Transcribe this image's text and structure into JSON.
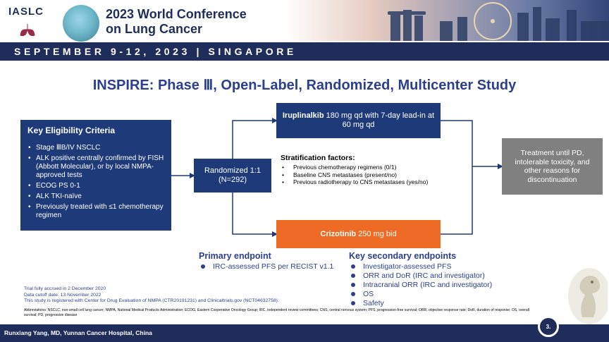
{
  "header": {
    "org_logo_text": "IASLC",
    "conference_title_line1": "2023 World Conference",
    "conference_title_line2": "on Lung Cancer",
    "date_location": "SEPTEMBER 9-12, 2023 | SINGAPORE"
  },
  "slide": {
    "title": "INSPIRE: Phase Ⅲ, Open-Label, Randomized, Multicenter Study"
  },
  "eligibility": {
    "title": "Key Eligibility Criteria",
    "items": [
      "Stage ⅢB/IV NSCLC",
      "ALK positive centrally confirmed by FISH (Abbott Molecular), or by local NMPA-approved tests",
      "ECOG PS 0-1",
      "ALK TKI-naïve",
      "Previously treated with ≤1 chemotherapy regimen"
    ]
  },
  "randomization": {
    "line1": "Randomized 1:1",
    "line2": "(N=292)"
  },
  "arms": {
    "arm1_drug": "Iruplinalkib",
    "arm1_dose": " 180 mg qd with 7-day lead-in at 60 mg qd",
    "arm2_drug": "Crizotinib",
    "arm2_dose": " 250 mg bid"
  },
  "stratification": {
    "title": "Stratification factors:",
    "items": [
      "Previous chemotherapy regimens (0/1)",
      "Baseline CNS metastases (present/no)",
      "Previous radiotherapy to CNS metastases (yes/no)"
    ]
  },
  "treatment": {
    "text": "Treatment until PD, intolerable toxicity, and other reasons for discontinuation"
  },
  "primary_endpoint": {
    "title": "Primary endpoint",
    "items": [
      "IRC-assessed PFS per RECIST v1.1"
    ]
  },
  "secondary_endpoints": {
    "title": "Key secondary endpoints",
    "items": [
      "Investigator-assessed PFS",
      "ORR and DoR (IRC and investigator)",
      "Intracranial ORR (IRC and investigator)",
      "OS",
      "Safety"
    ]
  },
  "notes": {
    "line1": "Trial fully accrued in 2 December 2020",
    "line2": "Data cutoff date: 13 November 2022",
    "line3": "This study is registered with Center for Drug Evaluation of NMPA (CTR20191231) and Clinicaltrials.gov (NCT04632758).",
    "abbreviations": "Abbreviations: NSCLC, non-small cell lung cancer; NMPA, National Medical Products Administration; ECOG, Eastern Cooperative Oncology Group; IRC, independent review committees; CNS, central nervous system; PFS, progression-free survival; ORR, objective response rate; DoR, duration of response; OS, overall survival; PD, progressive disease"
  },
  "footer": {
    "presenter": "Runxiang Yang, MD, Yunnan Cancer Hospital, China",
    "page_number": "3."
  },
  "colors": {
    "navy": "#1f3a78",
    "header_navy": "#1f2d5a",
    "title_blue": "#2a3f8e",
    "orange": "#ee6b25",
    "grey": "#808080"
  }
}
